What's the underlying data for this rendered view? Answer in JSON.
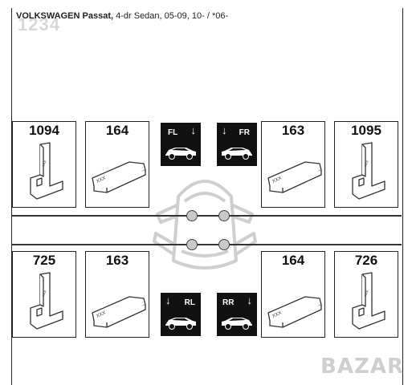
{
  "title": {
    "model": "VOLKSWAGEN Passat,",
    "details": "4-dr Sedan, 05-09, 10- / *06-"
  },
  "watermark_number": "1234",
  "parts_top": [
    {
      "number": "1094",
      "kind": "foot"
    },
    {
      "number": "164",
      "kind": "pad"
    },
    {
      "number": "163",
      "kind": "pad"
    },
    {
      "number": "1095",
      "kind": "foot"
    }
  ],
  "parts_bottom": [
    {
      "number": "725",
      "kind": "foot"
    },
    {
      "number": "163",
      "kind": "pad"
    },
    {
      "number": "164",
      "kind": "pad"
    },
    {
      "number": "726",
      "kind": "foot"
    }
  ],
  "pad_marking": "XXX",
  "positions": {
    "fl": "FL",
    "fr": "FR",
    "rl": "RL",
    "rr": "RR"
  },
  "brand_watermark": "BAZAR"
}
